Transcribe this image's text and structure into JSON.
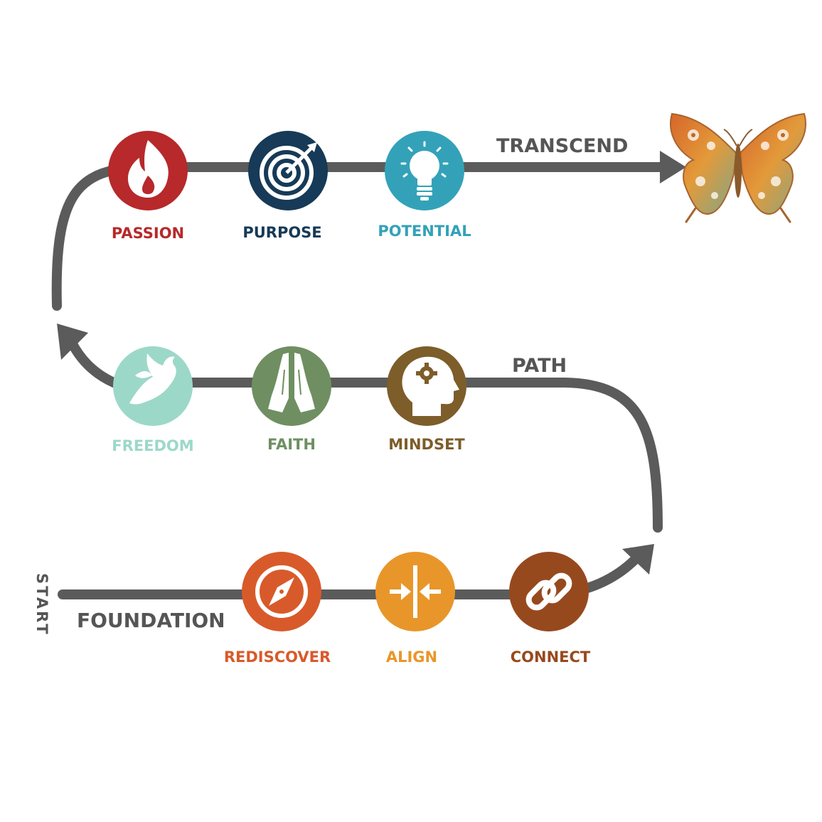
{
  "start_label": "START",
  "section_labels": {
    "foundation": "FOUNDATION",
    "path": "PATH",
    "transcend": "TRANSCEND"
  },
  "colors": {
    "track": "#5b5b5b",
    "passion": "#b7292b",
    "purpose": "#163a57",
    "potential": "#33a2b8",
    "freedom": "#9cd8c8",
    "faith": "#6f8f62",
    "mindset": "#7d5d2a",
    "rediscover": "#d85a2a",
    "align": "#e8962a",
    "connect": "#97491e"
  },
  "stages": {
    "passion": {
      "label": "PASSION",
      "icon": "flame-icon"
    },
    "purpose": {
      "label": "PURPOSE",
      "icon": "target-icon"
    },
    "potential": {
      "label": "POTENTIAL",
      "icon": "lightbulb-icon"
    },
    "freedom": {
      "label": "FREEDOM",
      "icon": "dove-icon"
    },
    "faith": {
      "label": "FAITH",
      "icon": "praying-hands-icon"
    },
    "mindset": {
      "label": "MINDSET",
      "icon": "head-gear-icon"
    },
    "rediscover": {
      "label": "REDISCOVER",
      "icon": "compass-icon"
    },
    "align": {
      "label": "ALIGN",
      "icon": "align-arrows-icon"
    },
    "connect": {
      "label": "CONNECT",
      "icon": "chain-link-icon"
    }
  },
  "end_icon": "butterfly-icon"
}
